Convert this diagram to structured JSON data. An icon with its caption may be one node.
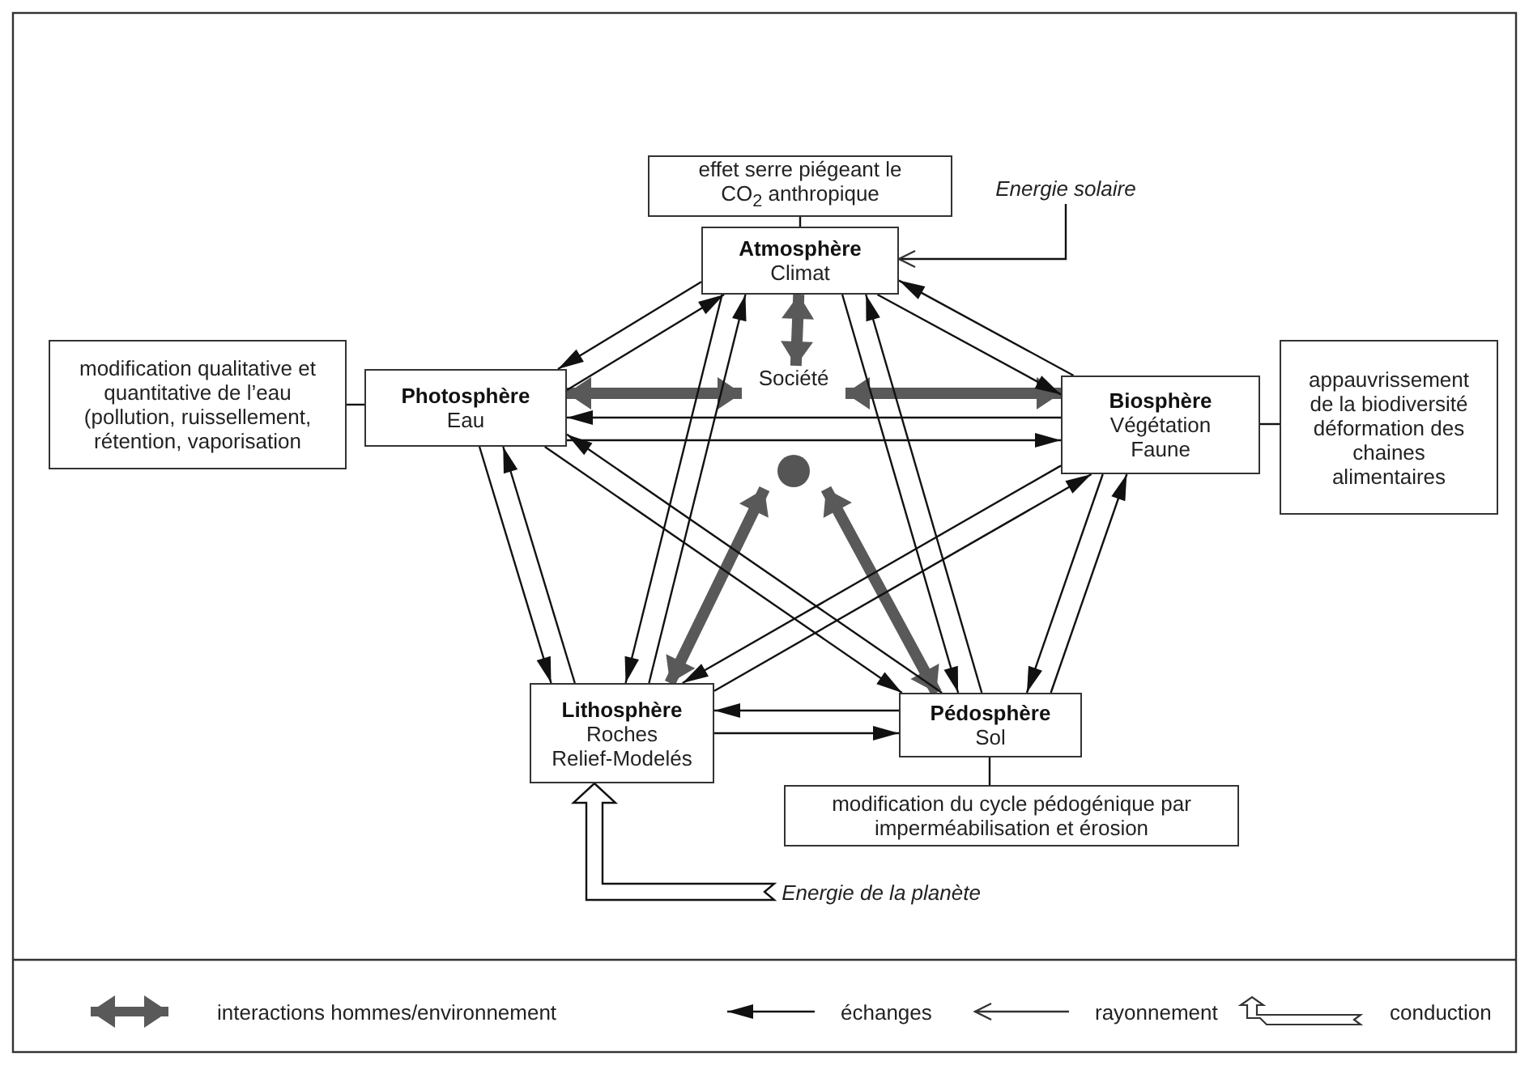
{
  "diagram": {
    "nodes": [
      {
        "text": [
          "effet serre piégeant le CO$_{2}$ anthropique"
        ]
      },
      {
        "text": [
          "Energie solaire"
        ]
      },
      {
        "text": [
          "Atmosphère",
          "Climat"
        ]
      },
      {
        "text": [
          "modification qualitative et quantitative de l’eau (pollution, ruissellement, rétention, vaporisation"
        ]
      },
      {
        "text": [
          "Photosphère",
          "Eau"
        ]
      },
      {
        "text": [
          "Société"
        ]
      },
      {
        "text": [
          "Biosphère",
          "Végétation Faune"
        ]
      },
      {
        "text": [
          "appauvrissement de la biodiversité déformation des chaines alimentaires"
        ]
      },
      {
        "text": [
          "Lithosphère",
          "Roches Relief-Modelés"
        ]
      },
      {
        "text": [
          "Pédosphère",
          "Sol"
        ]
      },
      {
        "text": [
          "modification du cycle pédogénique par imperméabilisation et érosion"
        ]
      },
      {
        "text": [
          "Energie de la planète"
        ]
      }
    ],
    "edges": [
      {
        "from": 0,
        "to": 2,
        "arrow": "none"
      },
      {
        "from": 1,
        "to": 2,
        "arrow": "to"
      },
      {
        "from": 3,
        "to": 4,
        "arrow": "none"
      },
      {
        "from": 5,
        "to": 2,
        "arrow": "both",
        "style": "thick",
        "color": "#595959"
      },
      {
        "from": 5,
        "to": 4,
        "arrow": "both",
        "style": "thick",
        "color": "#595959"
      },
      {
        "from": 5,
        "to": 6,
        "arrow": "both",
        "style": "thick",
        "color": "#595959"
      },
      {
        "from": 6,
        "to": 7,
        "arrow": "none"
      },
      {
        "from": 5,
        "to": 8,
        "arrow": "both",
        "style": "thick",
        "color": "#595959"
      },
      {
        "from": 5,
        "to": 9,
        "arrow": "both",
        "style": "thick",
        "color": "#595959"
      },
      {
        "from": 9,
        "to": 10,
        "arrow": "none"
      },
      {
        "from": 11,
        "to": 8,
        "arrow": "to"
      },
      {
        "from": 2,
        "to": 4,
        "arrow": "to"
      },
      {
        "from": 4,
        "to": 2,
        "arrow": "to"
      },
      {
        "from": 2,
        "to": 6,
        "arrow": "to"
      },
      {
        "from": 6,
        "to": 2,
        "arrow": "to"
      },
      {
        "from": 2,
        "to": 8,
        "arrow": "to"
      },
      {
        "from": 8,
        "to": 2,
        "arrow": "to"
      },
      {
        "from": 2,
        "to": 9,
        "arrow": "to"
      },
      {
        "from": 9,
        "to": 2,
        "arrow": "to"
      },
      {
        "from": 4,
        "to": 6,
        "arrow": "to"
      },
      {
        "from": 6,
        "to": 4,
        "arrow": "to"
      },
      {
        "from": 4,
        "to": 8,
        "arrow": "to"
      },
      {
        "from": 8,
        "to": 4,
        "arrow": "to"
      },
      {
        "from": 4,
        "to": 9,
        "arrow": "to"
      },
      {
        "from": 9,
        "to": 4,
        "arrow": "to"
      },
      {
        "from": 6,
        "to": 8,
        "arrow": "to"
      },
      {
        "from": 8,
        "to": 6,
        "arrow": "to"
      },
      {
        "from": 6,
        "to": 9,
        "arrow": "to"
      },
      {
        "from": 9,
        "to": 6,
        "arrow": "to"
      },
      {
        "from": 8,
        "to": 9,
        "arrow": "to"
      },
      {
        "from": 9,
        "to": 8,
        "arrow": "to"
      }
    ],
    "legend": [
      {
        "text": "interactions hommes/environnement"
      },
      {
        "text": "échanges"
      },
      {
        "text": "rayonnement"
      },
      {
        "text": "conduction"
      }
    ]
  }
}
